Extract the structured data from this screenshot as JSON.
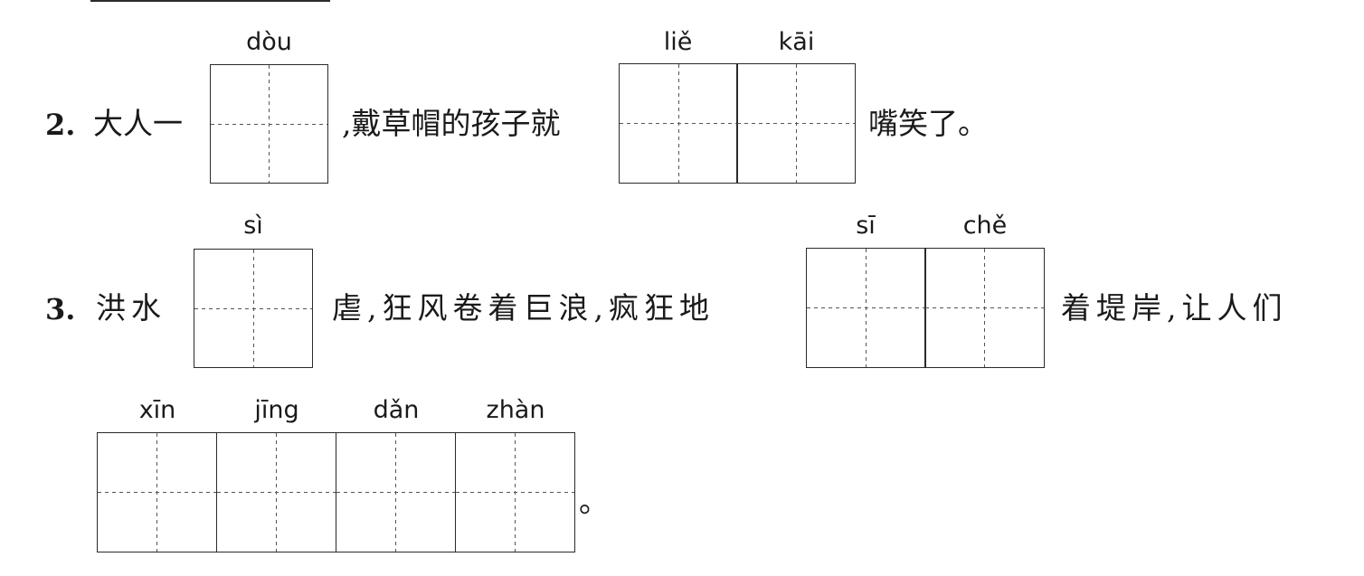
{
  "q2": {
    "number": "2.",
    "text_a": "大人一",
    "pinyin_a": "dòu",
    "text_b": ",戴草帽的孩子就",
    "pinyin_b1": "liě",
    "pinyin_b2": "kāi",
    "text_c": "嘴笑了。"
  },
  "q3": {
    "number": "3.",
    "text_a": "洪水",
    "pinyin_a": "sì",
    "text_b": "虐,狂风卷着巨浪,疯狂地",
    "pinyin_b1": "sī",
    "pinyin_b2": "chě",
    "text_c": "着堤岸,让人们",
    "pinyin_c1": "xīn",
    "pinyin_c2": "jīng",
    "pinyin_c3": "dǎn",
    "pinyin_c4": "zhàn",
    "text_end": "。"
  }
}
